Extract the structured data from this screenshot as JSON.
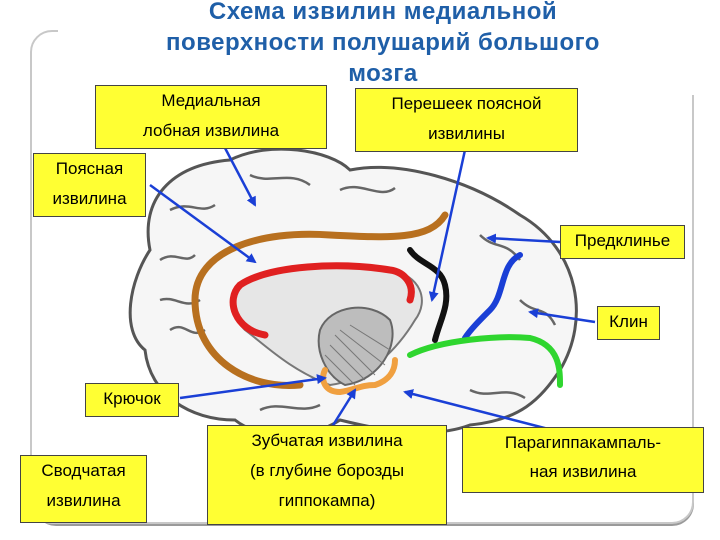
{
  "title": {
    "line1": "Схема извилин медиальной",
    "line2": "поверхности полушарий большого",
    "line3": "мозга"
  },
  "labels": {
    "medial_frontal": [
      "Медиальная",
      "лобная извилина"
    ],
    "isthmus": [
      "Перешеек поясной",
      "извилины"
    ],
    "cingulate": [
      "Поясная",
      "извилина"
    ],
    "precuneus": "Предклинье",
    "cuneus": "Клин",
    "uncus": "Крючок",
    "fornicate": [
      "Сводчатая",
      "извилина"
    ],
    "dentate": [
      "Зубчатая извилина",
      "(в глубине борозды",
      "гиппокампа)"
    ],
    "parahippocampal": [
      "Парагиппакампаль-",
      "ная извилина"
    ]
  },
  "colors": {
    "title": "#1f5fa8",
    "label_bg": "#ffff33",
    "arrow": "#1a3fd6",
    "cingulate_line": "#b8701f",
    "medial_red": "#e02020",
    "isthmus_black": "#111111",
    "precuneus_blue": "#1a3fd6",
    "cuneus_green": "#2fd62f",
    "uncus_orange": "#f0a040"
  }
}
